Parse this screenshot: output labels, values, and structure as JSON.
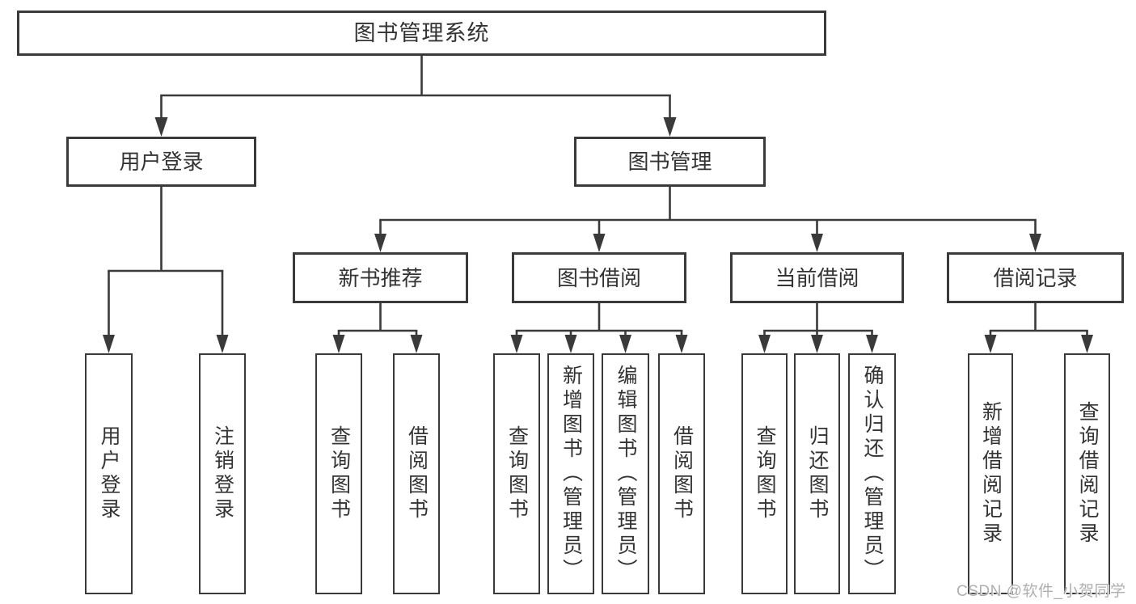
{
  "tree": {
    "root": "图书管理系统",
    "children": [
      {
        "label": "用户登录",
        "children": [
          "用户登录",
          "注销登录"
        ]
      },
      {
        "label": "图书管理",
        "children": [
          {
            "label": "新书推荐",
            "children": [
              "查询图书",
              "借阅图书"
            ]
          },
          {
            "label": "图书借阅",
            "children": [
              "查询图书",
              "新增图书（管理员）",
              "编辑图书（管理员）",
              "借阅图书"
            ]
          },
          {
            "label": "当前借阅",
            "children": [
              "查询图书",
              "归还图书",
              "确认归还（管理员）"
            ]
          },
          {
            "label": "借阅记录",
            "children": [
              "新增借阅记录",
              "查询借阅记录"
            ]
          }
        ]
      }
    ]
  },
  "watermark": "CSDN @软件_小贺同学",
  "colors": {
    "line": "#3a3a3a",
    "text": "#333333",
    "background": "#ffffff",
    "watermark": "#a8a8a8"
  }
}
